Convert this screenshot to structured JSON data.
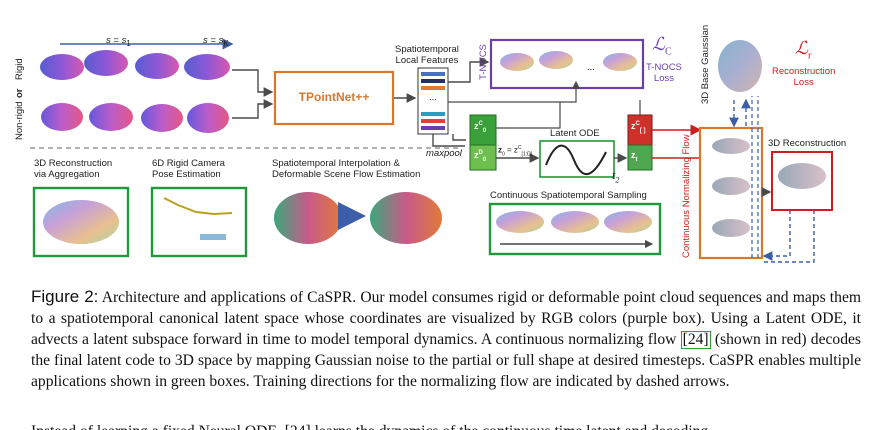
{
  "figure": {
    "labels": {
      "s_start": "s = s",
      "s_start_sub": "1",
      "s_end": "s = s",
      "s_end_sub": "K",
      "rigid": "Rigid",
      "or": "or",
      "nonrigid": "Non-rigid",
      "tpointnet": "TPointNet++",
      "spatiotemporal_features": "Spatiotemporal\nLocal Features",
      "dots": "...",
      "maxpool": "maxpool",
      "tnocs": "T-NOCS",
      "tnocs_loss": "T-NOCS\nLoss",
      "loss_c": "ℒ",
      "loss_c_sub": "C",
      "loss_r": "ℒ",
      "loss_r_sub": "r",
      "reconstruction_loss": "Reconstruction\nLoss",
      "base_gaussian": "3D Base Gaussian",
      "latent_ode": "Latent ODE",
      "z_c_0": "z",
      "z_c_0_sup": "C",
      "z_c_0_sub": "0",
      "z_d_0": "z",
      "z_d_0_sup": "D",
      "z_d_0_sub": "0",
      "z_eq": "z",
      "z_eq_sub": "0",
      "z_eq_rhs": "= z",
      "z_eq_rhs_sup": "C",
      "z_eq_rhs_sub": "[1:D]",
      "z_c_t": "z",
      "z_c_t_sup": "C",
      "z_c_t_sub": "[ ]",
      "z_t": "z",
      "z_t_sub": "t",
      "t2": "t",
      "t2_sub": "2",
      "cnf": "Continuous Normalizing Flow",
      "reconstruction_3d_top": "3D Reconstruction",
      "reconstruction_agg": "3D Reconstruction\nvia Aggregation",
      "camera_pose": "6D Rigid Camera\nPose Estimation",
      "interp": "Spatiotemporal Interpolation &\nDeformable Scene Flow Estimation",
      "continuous_sampling": "Continuous Spatiotemporal Sampling"
    },
    "colors": {
      "green": "#1f9a3a",
      "purple": "#6b3fa8",
      "orange": "#d9782b",
      "red": "#c81f1f",
      "blue": "#3d5fa8",
      "arrow_gray": "#4a4a4a"
    }
  },
  "caption": {
    "figure_label": "Figure 2:",
    "text_1": " Architecture and applications of CaSPR. Our model consumes rigid or deformable point cloud sequences and maps them to a spatiotemporal canonical latent space whose coordinates are visualized by RGB colors (purple box). Using a Latent ODE, it advects a latent subspace forward in time to model temporal dynamics. A continuous normalizing flow ",
    "citation": "[24]",
    "text_2": " (shown in red) decodes the final latent code to 3D space by mapping Gaussian noise to the partial or full shape at desired timesteps. CaSPR enables multiple applications shown in green boxes. Training directions for the normalizing flow are indicated by dashed arrows."
  },
  "cut_text": "Instead of learning a fixed Neural ODE, [24] learns the dynamics of the continuous time latent and decoding"
}
